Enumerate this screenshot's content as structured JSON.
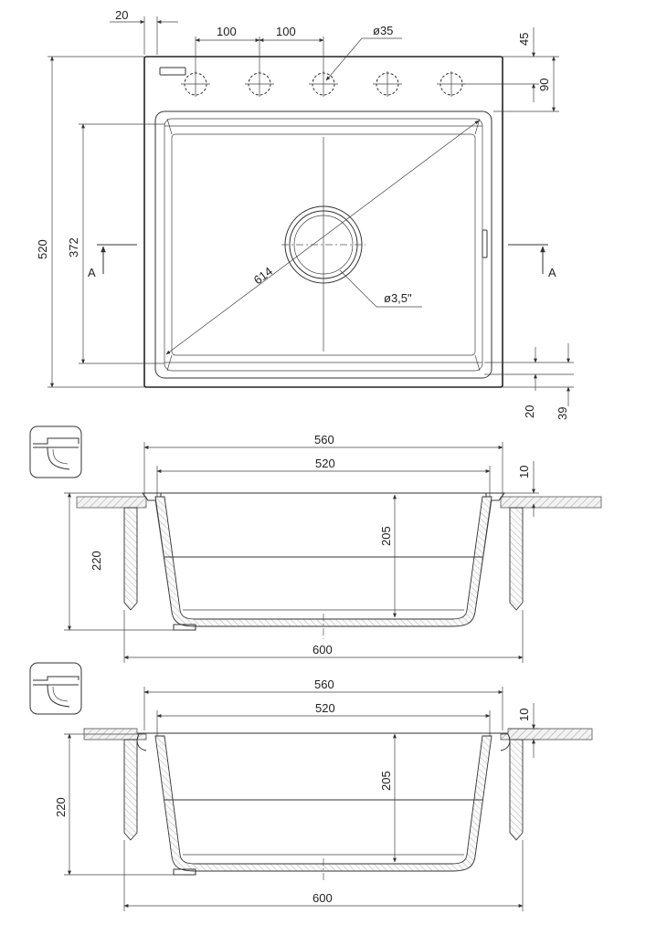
{
  "top_view": {
    "dim_overall_width_offset": "20",
    "dim_hole_spacing_1": "100",
    "dim_hole_spacing_2": "100",
    "dim_hole_diameter": "ø35",
    "dim_top_45": "45",
    "dim_top_90": "90",
    "dim_overall_depth": "520",
    "dim_bowl_depth": "372",
    "dim_diagonal": "614",
    "dim_drain": "ø3,5\"",
    "dim_bottom_20": "20",
    "dim_bottom_39": "39",
    "section_label_left": "A",
    "section_label_right": "A"
  },
  "section_1": {
    "dim_outer_width": "560",
    "dim_inner_width": "520",
    "dim_rim": "10",
    "dim_bowl_height": "205",
    "dim_total_height": "220",
    "dim_cabinet": "600"
  },
  "section_2": {
    "dim_outer_width": "560",
    "dim_inner_width": "520",
    "dim_rim": "10",
    "dim_bowl_height": "205",
    "dim_total_height": "220",
    "dim_cabinet": "600"
  }
}
